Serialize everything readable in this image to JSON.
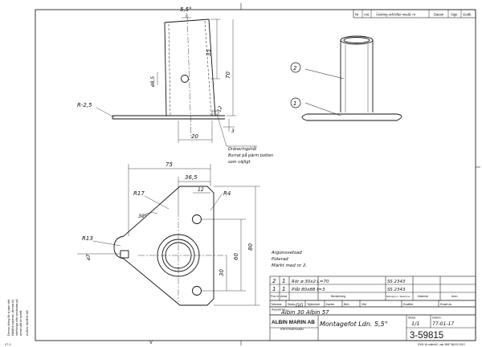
{
  "revision_header": {
    "col_nr": "Nr",
    "col_ant": "Ant.",
    "col_change": "Ändring och/eller medd. nr",
    "col_date": "Datum",
    "col_sign": "Sign.",
    "col_godk": "Godk."
  },
  "side_view": {
    "dim_angle": "5,5°",
    "dim_35": "35",
    "dim_70": "70",
    "dim_hole": "ø8,5",
    "dim_r": "R-2,5",
    "dim_20": "20",
    "dim_12": "12",
    "dim_3": "3"
  },
  "weld_note": {
    "line1": "Dräneringshål",
    "line2": "Borrat på pärm botten",
    "line3": "som väjligt"
  },
  "iso_view": {
    "callout_1": "1",
    "callout_2": "2"
  },
  "plan_view": {
    "dim_75": "75",
    "dim_36_5": "36,5",
    "dim_12": "12",
    "dim_r17": "R17",
    "dim_r4": "R4",
    "dim_30deg": "30°",
    "dim_r13": "R13",
    "dim_7": "ø7",
    "dim_80": "80",
    "dim_60": "60",
    "dim_30": "30"
  },
  "material_note": {
    "line1": "Argonsvetsad",
    "line2": "Polerad",
    "line3": "Märkt med nr 2."
  },
  "parts_list": {
    "rows": [
      {
        "pos": "2",
        "qty": "1",
        "desc": "Rör  ø 30x2   L=70",
        "material": "SS 2343"
      },
      {
        "pos": "1",
        "qty": "1",
        "desc": "Plåt  80x88 t=3",
        "material": "SS 2343"
      }
    ],
    "header_pos": "Pos nr",
    "header_qty": "Antal",
    "header_desc": "Benämning",
    "header_ref": "Ritnings nr / Referens",
    "header_material": "Material",
    "header_anm": "Anm.",
    "header_tol": "Tolerans",
    "header_skala": "Skala",
    "header_ytj": "Ytjämnhet",
    "header_kant": "Kanter",
    "header_bh": "Beh.",
    "header_vikt": "Vikt",
    "header_ers": "Ersätter",
    "header_ersatt": "Ersatt av",
    "ref_label": "Avsedd för",
    "ref_value": "Albin 30   Albin 57",
    "drawn_label": "Ritad",
    "drawn_value": "GG"
  },
  "title_block": {
    "company": "ALBIN MARIN AB",
    "city": "KRISTINEHAMN",
    "title": "Montagefot  Ldn. 5,5°",
    "scale_label": "Skala",
    "scale": "1/1",
    "date_label": "Datum",
    "date": "77-01-17",
    "drawing_number": "3-59815",
    "footer": "SVM  16  sutkort2, nsk 3687    86.03.2012"
  },
  "side_notice": {
    "lines": [
      "Denna ritning får ej utan vårt",
      "tillstånd kopieras, lämnas till",
      "obehöriga eller användas på",
      "annat sätt än avsett.",
      "ALBIN MARIN AB"
    ],
    "corner": "LT-1"
  }
}
